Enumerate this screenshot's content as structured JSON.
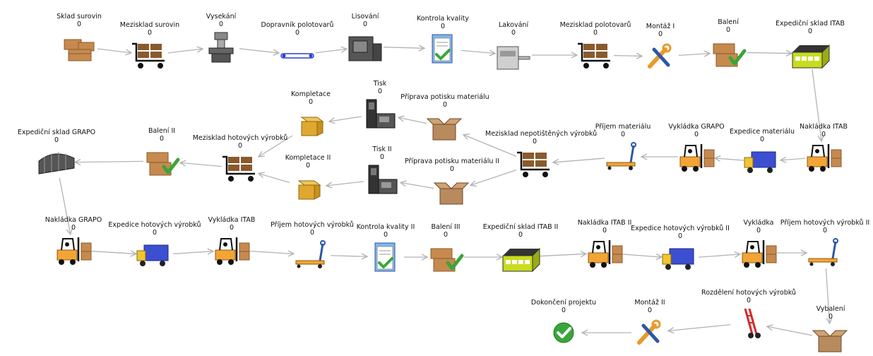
{
  "nodes": [
    {
      "id": "n1",
      "label": "Sklad surovin",
      "count": "0",
      "icon": "boxes-icon"
    },
    {
      "id": "n2",
      "label": "Mezisklad surovin",
      "count": "0",
      "icon": "cart-icon"
    },
    {
      "id": "n3",
      "label": "Vysekání",
      "count": "0",
      "icon": "press-machine-icon"
    },
    {
      "id": "n4",
      "label": "Dopravník polotovarů",
      "count": "0",
      "icon": "conveyor-icon"
    },
    {
      "id": "n5",
      "label": "Lisování",
      "count": "0",
      "icon": "cnc-machine-icon"
    },
    {
      "id": "n6",
      "label": "Kontrola kvality",
      "count": "0",
      "icon": "clipboard-check-icon"
    },
    {
      "id": "n7",
      "label": "Lakování",
      "count": "0",
      "icon": "printer-icon"
    },
    {
      "id": "n8",
      "label": "Mezisklad polotovarů",
      "count": "0",
      "icon": "cart-icon"
    },
    {
      "id": "n9",
      "label": "Montáž I",
      "count": "0",
      "icon": "wrench-icon"
    },
    {
      "id": "n10",
      "label": "Balení",
      "count": "0",
      "icon": "package-check-icon"
    },
    {
      "id": "n11",
      "label": "Expediční sklad ITAB",
      "count": "0",
      "icon": "warehouse-icon"
    },
    {
      "id": "n12",
      "label": "Nakládka ITAB",
      "count": "0",
      "icon": "forklift-icon"
    },
    {
      "id": "n13",
      "label": "Expedice materiálu",
      "count": "0",
      "icon": "truck-icon"
    },
    {
      "id": "n14",
      "label": "Vykládka GRAPO",
      "count": "0",
      "icon": "forklift-icon"
    },
    {
      "id": "n15",
      "label": "Příjem materiálu",
      "count": "0",
      "icon": "pallet-jack-icon"
    },
    {
      "id": "n16",
      "label": "Mezisklad nepotištěných výrobků",
      "count": "0",
      "icon": "cart-icon"
    },
    {
      "id": "n17",
      "label": "Příprava potisku materiálu",
      "count": "0",
      "icon": "open-box-icon"
    },
    {
      "id": "n18",
      "label": "Příprava potisku materiálu II",
      "count": "0",
      "icon": "open-box-icon"
    },
    {
      "id": "n19",
      "label": "Tisk",
      "count": "0",
      "icon": "print-machine-icon"
    },
    {
      "id": "n20",
      "label": "Tisk II",
      "count": "0",
      "icon": "print-machine-icon"
    },
    {
      "id": "n21",
      "label": "Kompletace",
      "count": "0",
      "icon": "box-icon"
    },
    {
      "id": "n22",
      "label": "Kompletace II",
      "count": "0",
      "icon": "box-icon"
    },
    {
      "id": "n23",
      "label": "Mezisklad hotových výrobků",
      "count": "0",
      "icon": "cart-icon"
    },
    {
      "id": "n24",
      "label": "Balení II",
      "count": "0",
      "icon": "package-check-icon"
    },
    {
      "id": "n25",
      "label": "Expediční sklad GRAPO",
      "count": "0",
      "icon": "hangar-icon"
    },
    {
      "id": "n26",
      "label": "Nakládka GRAPO",
      "count": "0",
      "icon": "forklift-icon"
    },
    {
      "id": "n27",
      "label": "Expedice hotových výrobků",
      "count": "0",
      "icon": "truck-icon"
    },
    {
      "id": "n28",
      "label": "Vykládka ITAB",
      "count": "0",
      "icon": "forklift-icon"
    },
    {
      "id": "n29",
      "label": "Příjem hotových výrobků",
      "count": "0",
      "icon": "pallet-jack-icon"
    },
    {
      "id": "n30",
      "label": "Kontrola kvality II",
      "count": "0",
      "icon": "clipboard-check-icon"
    },
    {
      "id": "n31",
      "label": "Balení III",
      "count": "0",
      "icon": "package-check-icon"
    },
    {
      "id": "n32",
      "label": "Expediční sklad ITAB II",
      "count": "0",
      "icon": "warehouse-icon"
    },
    {
      "id": "n33",
      "label": "Nakládka ITAB II",
      "count": "0",
      "icon": "forklift-icon"
    },
    {
      "id": "n34",
      "label": "Expedice hotových výrobků II",
      "count": "0",
      "icon": "truck-icon"
    },
    {
      "id": "n35",
      "label": "Vykládka",
      "count": "0",
      "icon": "forklift-icon"
    },
    {
      "id": "n36",
      "label": "Příjem hotových výrobků II",
      "count": "0",
      "icon": "pallet-jack-icon"
    },
    {
      "id": "n37",
      "label": "Vybalení",
      "count": "0",
      "icon": "open-box-icon"
    },
    {
      "id": "n38",
      "label": "Rozdělení hotových výrobků",
      "count": "0",
      "icon": "hand-truck-icon"
    },
    {
      "id": "n39",
      "label": "Montáž II",
      "count": "0",
      "icon": "wrench-icon"
    },
    {
      "id": "n40",
      "label": "Dokončení projektu",
      "count": "0",
      "icon": "check-circle-icon"
    }
  ],
  "edges": [
    [
      "n1",
      "n2"
    ],
    [
      "n2",
      "n3"
    ],
    [
      "n3",
      "n4"
    ],
    [
      "n4",
      "n5"
    ],
    [
      "n5",
      "n6"
    ],
    [
      "n6",
      "n7"
    ],
    [
      "n7",
      "n8"
    ],
    [
      "n8",
      "n9"
    ],
    [
      "n9",
      "n10"
    ],
    [
      "n10",
      "n11"
    ],
    [
      "n11",
      "n12"
    ],
    [
      "n12",
      "n13"
    ],
    [
      "n13",
      "n14"
    ],
    [
      "n14",
      "n15"
    ],
    [
      "n15",
      "n16"
    ],
    [
      "n16",
      "n17"
    ],
    [
      "n16",
      "n18"
    ],
    [
      "n17",
      "n19"
    ],
    [
      "n18",
      "n20"
    ],
    [
      "n19",
      "n21"
    ],
    [
      "n20",
      "n22"
    ],
    [
      "n21",
      "n23"
    ],
    [
      "n22",
      "n23"
    ],
    [
      "n23",
      "n24"
    ],
    [
      "n24",
      "n25"
    ],
    [
      "n25",
      "n26"
    ],
    [
      "n26",
      "n27"
    ],
    [
      "n27",
      "n28"
    ],
    [
      "n28",
      "n29"
    ],
    [
      "n29",
      "n30"
    ],
    [
      "n30",
      "n31"
    ],
    [
      "n31",
      "n32"
    ],
    [
      "n32",
      "n33"
    ],
    [
      "n33",
      "n34"
    ],
    [
      "n34",
      "n35"
    ],
    [
      "n35",
      "n36"
    ],
    [
      "n36",
      "n37"
    ],
    [
      "n37",
      "n38"
    ],
    [
      "n38",
      "n39"
    ],
    [
      "n39",
      "n40"
    ]
  ],
  "colors": {
    "edge": "#b4b4b4",
    "box": "#c68a4e",
    "box_dark": "#8a5a2c",
    "check": "#3aa53a",
    "forklift": "#f2a535",
    "warehouse": "#c8dc1e",
    "truck": "#3b4fd0",
    "pallet": "#2d57a6",
    "hand_truck": "#d42a2a"
  }
}
